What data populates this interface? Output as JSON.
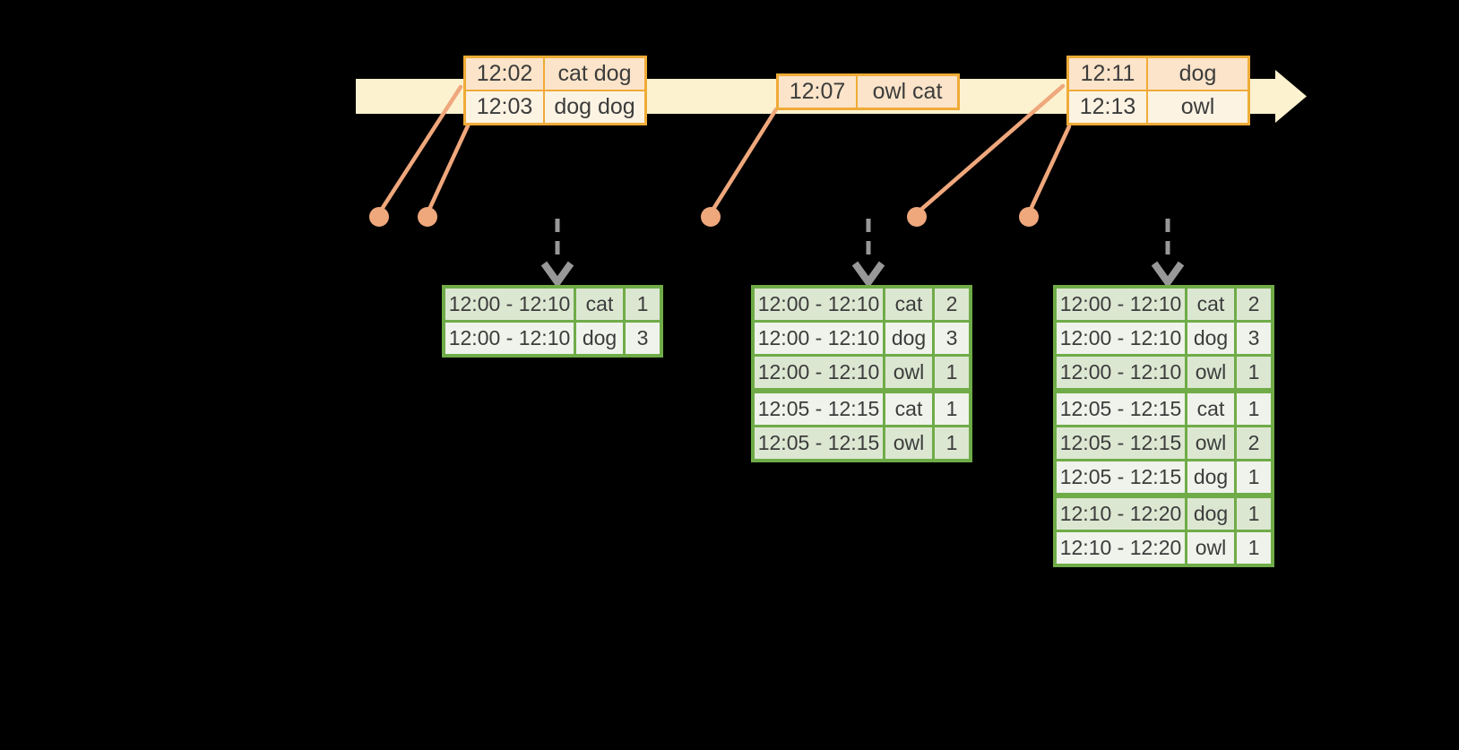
{
  "diagram": {
    "title": "windowed-stream-aggregation-diagram",
    "colors": {
      "background": "#000000",
      "timeline_fill": "#fcf2cf",
      "event_border": "#f0ab38",
      "event_row_dark": "#fbe4c9",
      "event_row_light": "#fdf3e3",
      "connector_orange": "#efa77c",
      "trigger_arrow_gray": "#989898",
      "table_border_green": "#6fac48",
      "table_row_dark": "#dce7d2",
      "table_row_light": "#eff3eb",
      "text": "#3c3c3c"
    }
  },
  "events": [
    {
      "rows": [
        {
          "time": "12:02",
          "words": "cat dog"
        },
        {
          "time": "12:03",
          "words": "dog dog"
        }
      ]
    },
    {
      "rows": [
        {
          "time": "12:07",
          "words": "owl cat"
        }
      ]
    },
    {
      "rows": [
        {
          "time": "12:11",
          "words": "dog"
        },
        {
          "time": "12:13",
          "words": "owl"
        }
      ]
    }
  ],
  "result_tables": [
    {
      "rows": [
        {
          "window": "12:00 - 12:10",
          "word": "cat",
          "count": "1"
        },
        {
          "window": "12:00 - 12:10",
          "word": "dog",
          "count": "3"
        }
      ]
    },
    {
      "rows": [
        {
          "window": "12:00 - 12:10",
          "word": "cat",
          "count": "2"
        },
        {
          "window": "12:00 - 12:10",
          "word": "dog",
          "count": "3"
        },
        {
          "window": "12:00 - 12:10",
          "word": "owl",
          "count": "1"
        },
        {
          "window": "12:05 - 12:15",
          "word": "cat",
          "count": "1"
        },
        {
          "window": "12:05 - 12:15",
          "word": "owl",
          "count": "1"
        }
      ]
    },
    {
      "rows": [
        {
          "window": "12:00 - 12:10",
          "word": "cat",
          "count": "2"
        },
        {
          "window": "12:00 - 12:10",
          "word": "dog",
          "count": "3"
        },
        {
          "window": "12:00 - 12:10",
          "word": "owl",
          "count": "1"
        },
        {
          "window": "12:05 - 12:15",
          "word": "cat",
          "count": "1"
        },
        {
          "window": "12:05 - 12:15",
          "word": "owl",
          "count": "2"
        },
        {
          "window": "12:05 - 12:15",
          "word": "dog",
          "count": "1"
        },
        {
          "window": "12:10 - 12:20",
          "word": "dog",
          "count": "1"
        },
        {
          "window": "12:10 - 12:20",
          "word": "owl",
          "count": "1"
        }
      ]
    }
  ]
}
